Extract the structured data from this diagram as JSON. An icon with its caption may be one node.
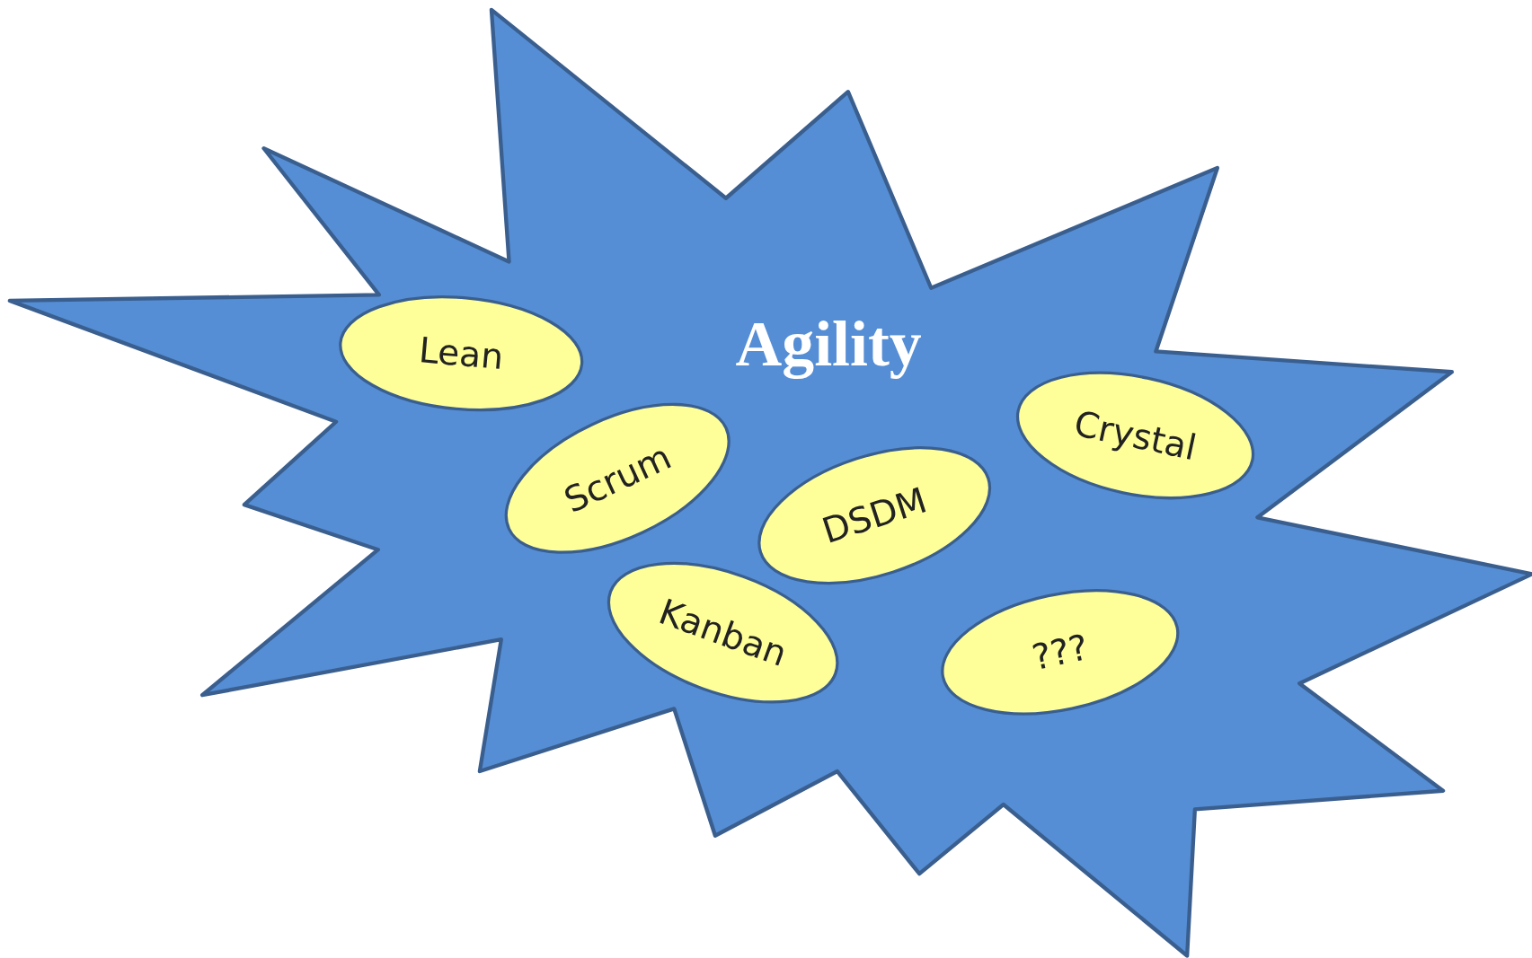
{
  "diagram": {
    "nodes": [
      {
        "text": [
          "Agility"
        ]
      },
      {
        "text": [
          "Lean"
        ],
        "in": 0
      },
      {
        "text": [
          "Scrum"
        ],
        "in": 0
      },
      {
        "text": [
          "Crystal"
        ],
        "in": 0
      },
      {
        "text": [
          "DSDM"
        ],
        "in": 0
      },
      {
        "text": [
          "Kanban"
        ],
        "in": 0
      },
      {
        "text": [
          "???"
        ],
        "in": 0
      }
    ]
  }
}
